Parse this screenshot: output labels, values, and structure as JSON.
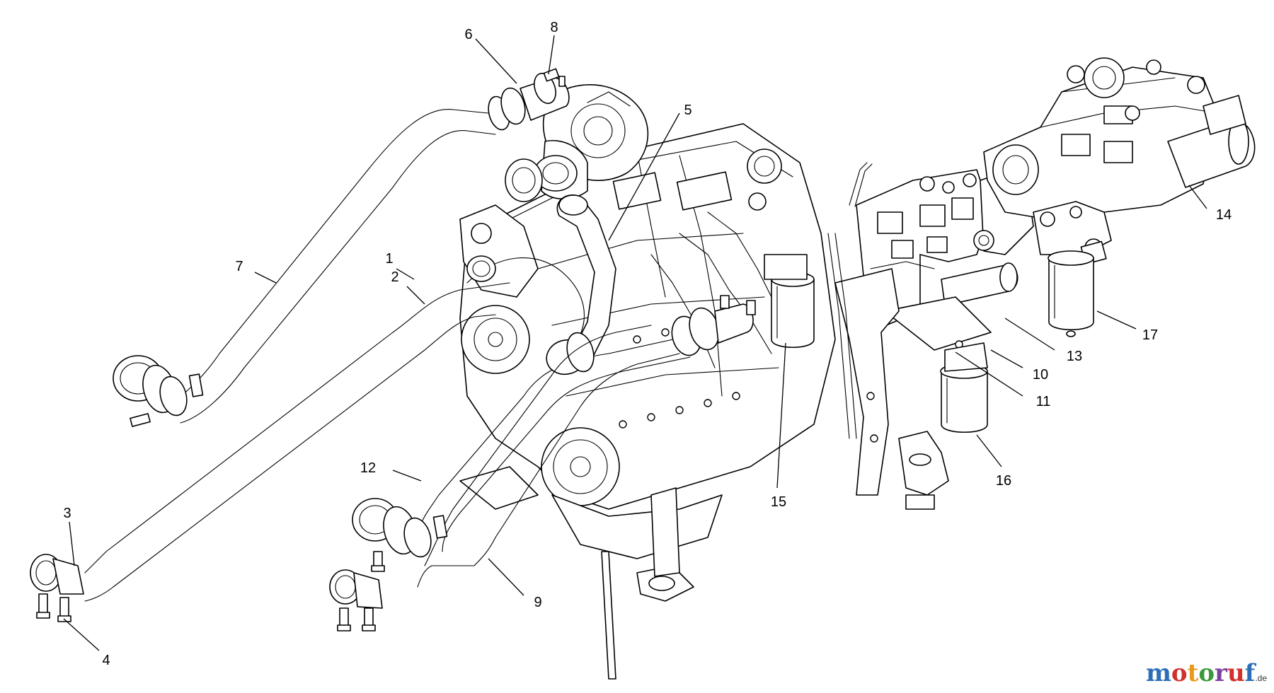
{
  "diagram": {
    "callouts": [
      {
        "num": "1"
      },
      {
        "num": "2"
      },
      {
        "num": "3"
      },
      {
        "num": "4"
      },
      {
        "num": "5"
      },
      {
        "num": "6"
      },
      {
        "num": "7"
      },
      {
        "num": "8"
      },
      {
        "num": "9"
      },
      {
        "num": "10"
      },
      {
        "num": "11"
      },
      {
        "num": "12"
      },
      {
        "num": "13"
      },
      {
        "num": "14"
      },
      {
        "num": "15"
      },
      {
        "num": "16"
      },
      {
        "num": "17"
      }
    ]
  },
  "watermark": {
    "letters": [
      "m",
      "o",
      "t",
      "o",
      "r",
      "u",
      "f"
    ],
    "colors": [
      "#2c6fb7",
      "#d0312d",
      "#e89a1c",
      "#3a9a3a",
      "#7b3fa0",
      "#d0312d",
      "#2c6fb7"
    ],
    "domain": ".de"
  },
  "colors": {
    "ink": "#000000",
    "background": "#ffffff"
  }
}
